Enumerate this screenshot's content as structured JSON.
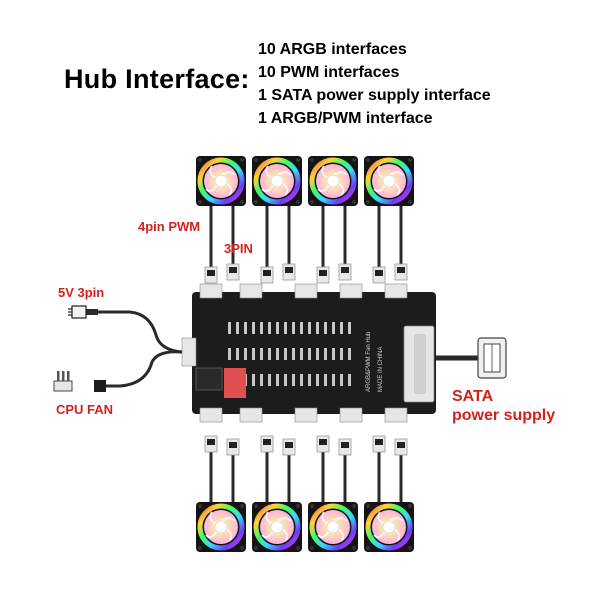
{
  "header": {
    "title": "Hub Interface:",
    "specs": [
      "10 ARGB interfaces",
      "10 PWM interfaces",
      "1 SATA power supply interface",
      "1 ARGB/PWM interface"
    ]
  },
  "labels": {
    "pwm_4pin": "4pin PWM",
    "pin3": "3PIN",
    "argb_5v": "5V 3pin",
    "cpu_fan": "CPU FAN",
    "sata_line1": "SATA",
    "sata_line2": "power supply"
  },
  "board_text": {
    "made_in": "MADE IN CHINA",
    "model": "ARGB&PWM Fan Hub"
  },
  "colors": {
    "label_red": "#d2221e",
    "board": "#1c1c1c",
    "cable": "#2a2a2a"
  }
}
